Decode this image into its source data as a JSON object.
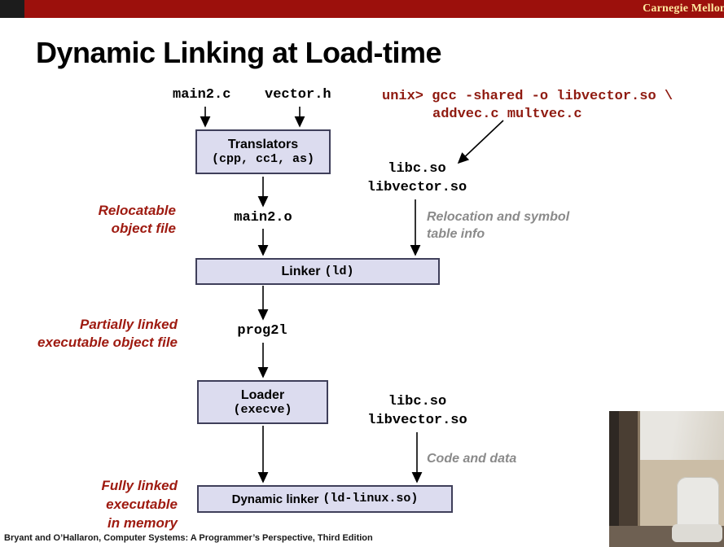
{
  "banner": {
    "text": "Carnegie Mellon"
  },
  "title": "Dynamic Linking at Load-time",
  "footer": "Bryant and O’Hallaron, Computer Systems: A Programmer’s Perspective, Third Edition",
  "colors": {
    "banner_bg": "#9c100c",
    "banner_fg": "#ffe9a0",
    "accent_red": "#8f1a10",
    "box_fill": "#dcdcef",
    "box_border": "#3f3f5a",
    "note_gray": "#8a8a8a"
  },
  "diagram": {
    "src1": "main2.c",
    "src2": "vector.h",
    "cmd1": "unix> gcc -shared -o libvector.so \\",
    "cmd2": "addvec.c multvec.c",
    "translators": {
      "title": "Translators",
      "sub": "(cpp, cc1, as)"
    },
    "libs1": {
      "l1": "libc.so",
      "l2": "libvector.so"
    },
    "label_reloc": {
      "l1": "Relocatable",
      "l2": "object file"
    },
    "main2o": "main2.o",
    "note_reloc": {
      "l1": "Relocation and symbol",
      "l2": "table info"
    },
    "linker": {
      "title": "Linker",
      "sub": "(ld)"
    },
    "prog": "prog2l",
    "label_partial": {
      "l1": "Partially linked",
      "l2": "executable object file"
    },
    "loader": {
      "title": "Loader",
      "sub": "(execve)"
    },
    "libs2": {
      "l1": "libc.so",
      "l2": "libvector.so"
    },
    "note_code": "Code and data",
    "dynlinker": {
      "title": "Dynamic linker",
      "sub": "(ld-linux.so)"
    },
    "label_fully": {
      "l1": "Fully linked",
      "l2": "executable",
      "l3": "in memory"
    }
  }
}
